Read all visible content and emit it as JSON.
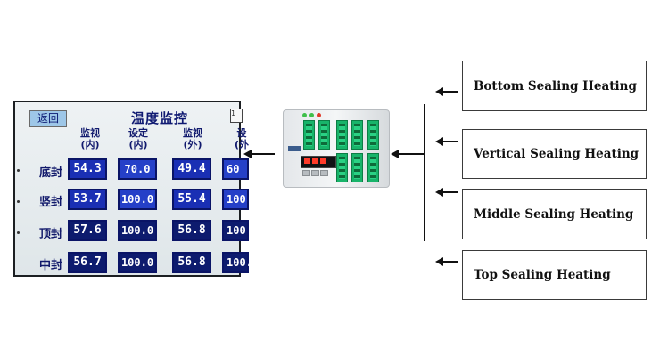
{
  "hmi": {
    "back_label": "返回",
    "title": "温度监控",
    "corner_glyph": "1",
    "columns": [
      {
        "line1": "监视",
        "line2": "(内)"
      },
      {
        "line1": "设定",
        "line2": "(内)"
      },
      {
        "line1": "监视",
        "line2": "(外)"
      },
      {
        "line1": "设",
        "line2": "(外"
      }
    ],
    "rows": [
      {
        "label": "底封",
        "values": [
          "54.3",
          "70.0",
          "49.4",
          "60"
        ]
      },
      {
        "label": "竖封",
        "values": [
          "53.7",
          "100.0",
          "55.4",
          "100"
        ]
      },
      {
        "label": "顶封",
        "values": [
          "57.6",
          "100.0",
          "56.8",
          "100"
        ]
      },
      {
        "label": "中封",
        "values": [
          "56.7",
          "100.0",
          "56.8",
          "100."
        ]
      }
    ]
  },
  "controller": {
    "led_colors": [
      "#3fbf4a",
      "#3fbf4a",
      "#e03a2a"
    ],
    "display_color": "#ff3b2a",
    "terminal_color": "#18b46a"
  },
  "labels": [
    {
      "id": "bottom",
      "text": "Bottom Sealing Heating"
    },
    {
      "id": "vertical",
      "text": "Vertical Sealing Heating"
    },
    {
      "id": "middle",
      "text": "Middle Sealing Heating"
    },
    {
      "id": "top",
      "text": "Top Sealing Heating"
    }
  ]
}
